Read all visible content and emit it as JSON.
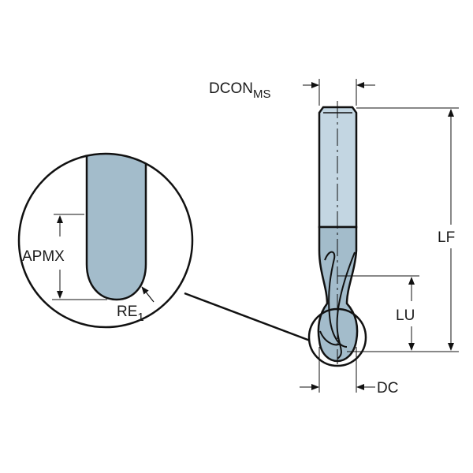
{
  "title": "Ball nose end mill dimensions",
  "labels": {
    "dcon": "DCON",
    "dcon_sub": "MS",
    "lf": "LF",
    "lu": "LU",
    "dc": "DC",
    "apmx": "APMX",
    "re": "RE",
    "re_sub": "1"
  },
  "colors": {
    "shank": "#c3d6e2",
    "cutting": "#a3bccb",
    "outline": "#111111"
  }
}
